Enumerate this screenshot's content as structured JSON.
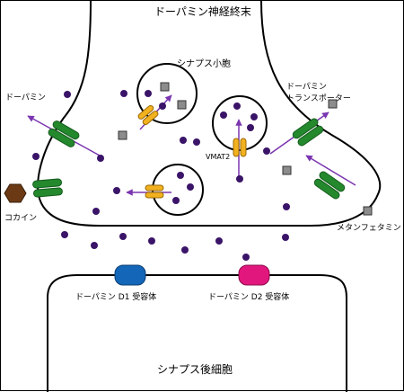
{
  "labels": {
    "terminal": "ドーパミン神経終末",
    "vesicle": "シナプス小胞",
    "dopamine": "ドーパミン",
    "transporter_line1": "ドーパミン",
    "transporter_line2": "トランスポーター",
    "vmat2": "VMAT2",
    "cocaine": "コカイン",
    "methamphetamine": "メタンフェタミン",
    "d1": "ドーパミン D1 受容体",
    "d2": "ドーパミン D2 受容体",
    "postsynaptic": "シナプス後細胞"
  },
  "colors": {
    "outline": "#000000",
    "dopamine_dot": "#3a1468",
    "arrow": "#7a35b0",
    "transporter": "#24882d",
    "transporter_dark": "#145c1c",
    "vmat2": "#f2b11e",
    "vmat2_dark": "#9a6a08",
    "cocaine": "#6b3a14",
    "meth_square": "#8c8c8c",
    "d1": "#1466b8",
    "d2": "#e2177d"
  }
}
